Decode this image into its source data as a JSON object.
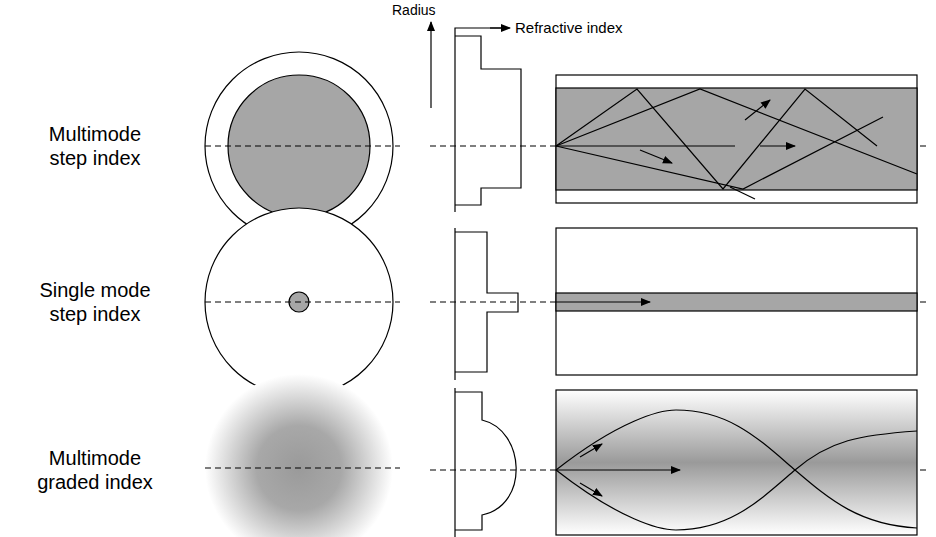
{
  "diagram": {
    "labels": [
      "Radius",
      "Refractive index",
      "Multimode step index",
      "Single mode step index",
      "Multimode graded index"
    ]
  }
}
